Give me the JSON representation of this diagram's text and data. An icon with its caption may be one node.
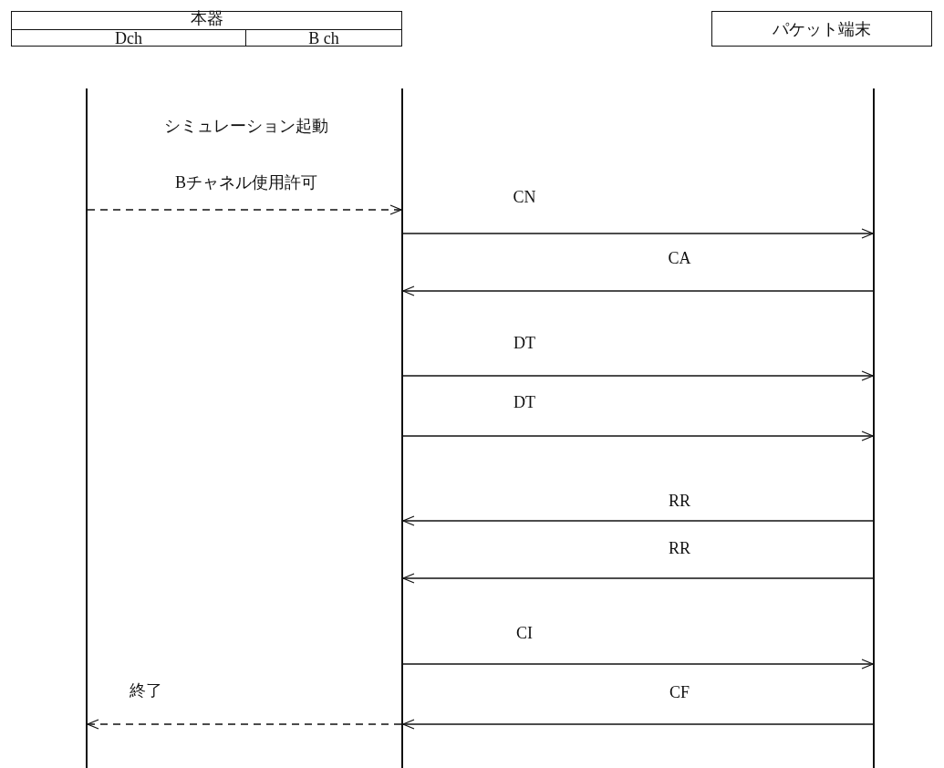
{
  "diagram": {
    "nodes": [
      {
        "text": [
          "本器"
        ]
      },
      {
        "text": [
          "Dch"
        ],
        "in": 0
      },
      {
        "text": [
          "B ch"
        ],
        "in": 0
      },
      {
        "text": [
          "パケット端末"
        ]
      },
      {
        "text": [],
        "shape": "line"
      },
      {
        "text": [],
        "shape": "line"
      },
      {
        "text": [],
        "shape": "line"
      }
    ],
    "edges": [
      {
        "from": 4,
        "to": 5,
        "arrow": "to",
        "style": "dashed",
        "label": "Bチャネル使用許可"
      },
      {
        "from": 5,
        "to": 6,
        "arrow": "to",
        "label": "CN"
      },
      {
        "from": 6,
        "to": 5,
        "arrow": "to",
        "label": "CA"
      },
      {
        "from": 5,
        "to": 6,
        "arrow": "to",
        "label": "DT"
      },
      {
        "from": 5,
        "to": 6,
        "arrow": "to",
        "label": "DT"
      },
      {
        "from": 6,
        "to": 5,
        "arrow": "to",
        "label": "RR"
      },
      {
        "from": 6,
        "to": 5,
        "arrow": "to",
        "label": "RR"
      },
      {
        "from": 5,
        "to": 6,
        "arrow": "to",
        "label": "CI"
      },
      {
        "from": 6,
        "to": 5,
        "arrow": "to",
        "label": "CF"
      },
      {
        "from": 5,
        "to": 4,
        "arrow": "to",
        "style": "dashed",
        "label": "終了"
      }
    ],
    "labels": [
      "シミュレーション起動"
    ]
  }
}
